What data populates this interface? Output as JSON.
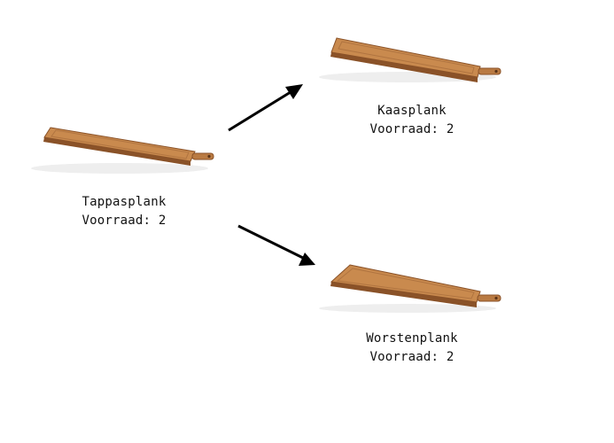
{
  "nodes": {
    "tappasplank": {
      "name": "Tappasplank",
      "stock": "Voorraad: 2"
    },
    "kaasplank": {
      "name": "Kaasplank",
      "stock": "Voorraad: 2"
    },
    "worstenplank": {
      "name": "Worstenplank",
      "stock": "Voorraad: 2"
    }
  },
  "colors": {
    "board_top": "#c98a4e",
    "board_edge": "#8a5228",
    "board_side": "#a5652f",
    "arrow": "#000000"
  },
  "icons": {
    "board": "serving-board-icon",
    "arrow": "arrow-right-icon"
  }
}
